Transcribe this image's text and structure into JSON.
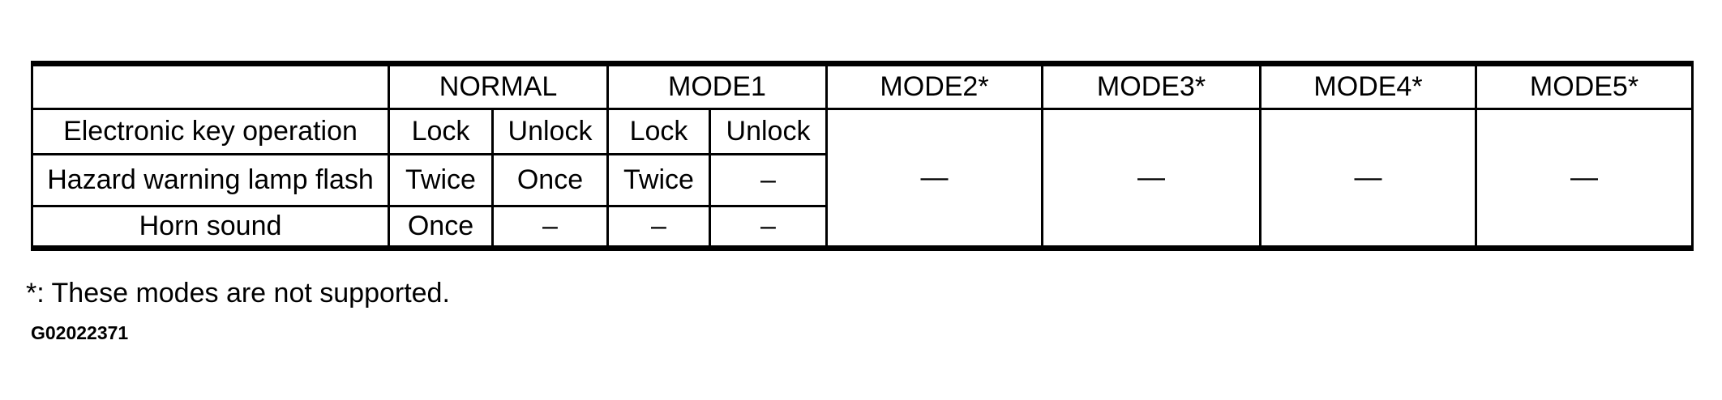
{
  "table": {
    "corner_label": "",
    "headers": {
      "normal": "NORMAL",
      "mode1": "MODE1",
      "mode2": "MODE2*",
      "mode3": "MODE3*",
      "mode4": "MODE4*",
      "mode5": "MODE5*"
    },
    "rows": [
      {
        "label": "Electronic key operation",
        "cells": [
          "Lock",
          "Unlock",
          "Lock",
          "Unlock"
        ]
      },
      {
        "label": "Hazard warning lamp flash",
        "cells": [
          "Twice",
          "Once",
          "Twice",
          "–"
        ]
      },
      {
        "label": "Horn sound",
        "cells": [
          "Once",
          "–",
          "–",
          "–"
        ]
      }
    ],
    "unsupported_mode_cells": {
      "mode2": "—",
      "mode3": "—",
      "mode4": "—",
      "mode5": "—"
    }
  },
  "footnote": "*: These modes are not supported.",
  "figure_code": "G02022371",
  "colors": {
    "border": "#000000",
    "text": "#000000",
    "background": "#ffffff"
  }
}
